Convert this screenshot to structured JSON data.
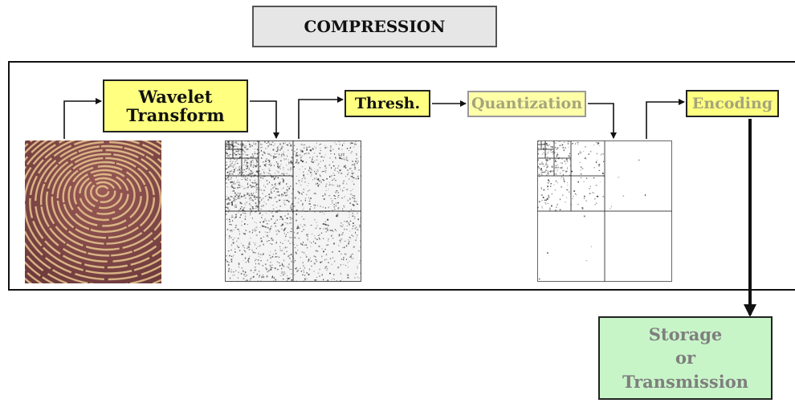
{
  "title": "COMPRESSION",
  "steps": {
    "wavelet": {
      "line1": "Wavelet",
      "line2": "Transform"
    },
    "thresh": "Thresh.",
    "quantization": "Quantization",
    "encoding": "Encoding",
    "output": {
      "line1": "Storage",
      "line2": "or",
      "line3": "Transmission"
    }
  },
  "colors": {
    "step_fill": "#ffff80",
    "faded_text": "#a5a57a",
    "output_fill": "#c8f5c8",
    "output_text": "#7f7f7f",
    "fingerprint_base": "#8a4a4a",
    "fingerprint_ridge": "#e8c890"
  },
  "images": {
    "fingerprint": "fingerprint-image",
    "wavelet_coefficients": "wavelet-subbands-image",
    "quantized_coefficients": "quantized-subbands-image"
  }
}
